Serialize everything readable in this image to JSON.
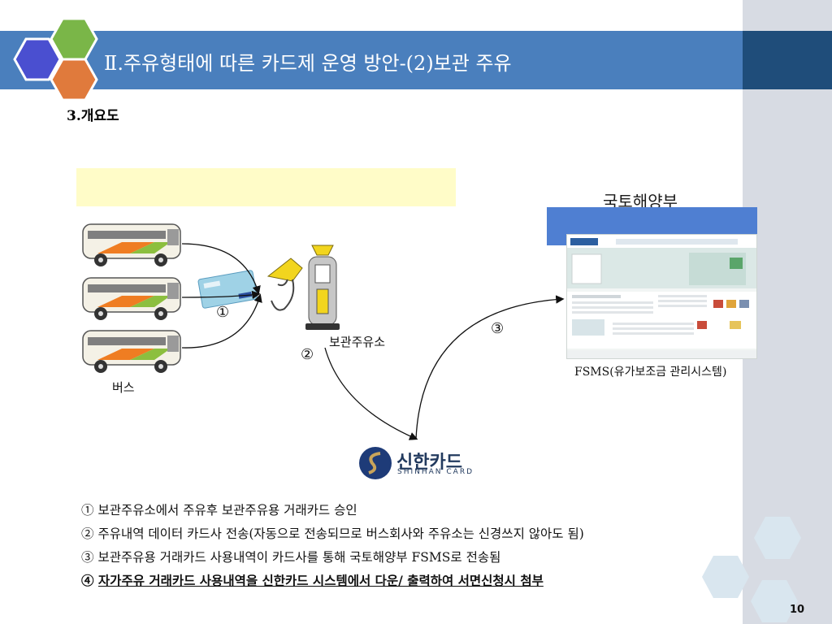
{
  "header": {
    "title": "Ⅱ.주유형태에 따른 카드제 운영 방안-(2)보관 주유",
    "subtitle": "3.개요도"
  },
  "diagram": {
    "ministry": "국토해양부",
    "fsms": "FSMS(유가보조금 관리시스템)",
    "bus": "버스",
    "station": "보관주유소",
    "markers": [
      "①",
      "②",
      "③"
    ],
    "card_company": "신한카드",
    "card_company_en": "SHINHAN CARD"
  },
  "steps": [
    {
      "num": "①",
      "text": "보관주유소에서 주유후 보관주유용 거래카드 승인"
    },
    {
      "num": "②",
      "text": "주유내역 데이터 카드사 전송(자동으로 전송되므로 버스회사와 주유소는 신경쓰지 않아도 됨)"
    },
    {
      "num": "③",
      "text": "보관주유용 거래카드 사용내역이 카드사를 통해 국토해양부 FSMS로 전송됨"
    },
    {
      "num": "④",
      "text": "자가주유 거래카드 사용내역을 신한카드 시스템에서 다운/ 출력하여 서면신청시 첨부"
    }
  ],
  "page_number": "10",
  "colors": {
    "title_bar": "#4a7fbd",
    "hex_blue": "#4a4fd0",
    "hex_green": "#7ab648",
    "hex_orange": "#e07a3c",
    "yellow_box": "#fffcc8",
    "ministry_box": "#4f7fd2"
  },
  "icons": [
    "bus-icon",
    "card-icon",
    "fuel-nozzle-icon",
    "fuel-pump-icon",
    "monitor-screenshot",
    "shinhan-logo-icon"
  ]
}
